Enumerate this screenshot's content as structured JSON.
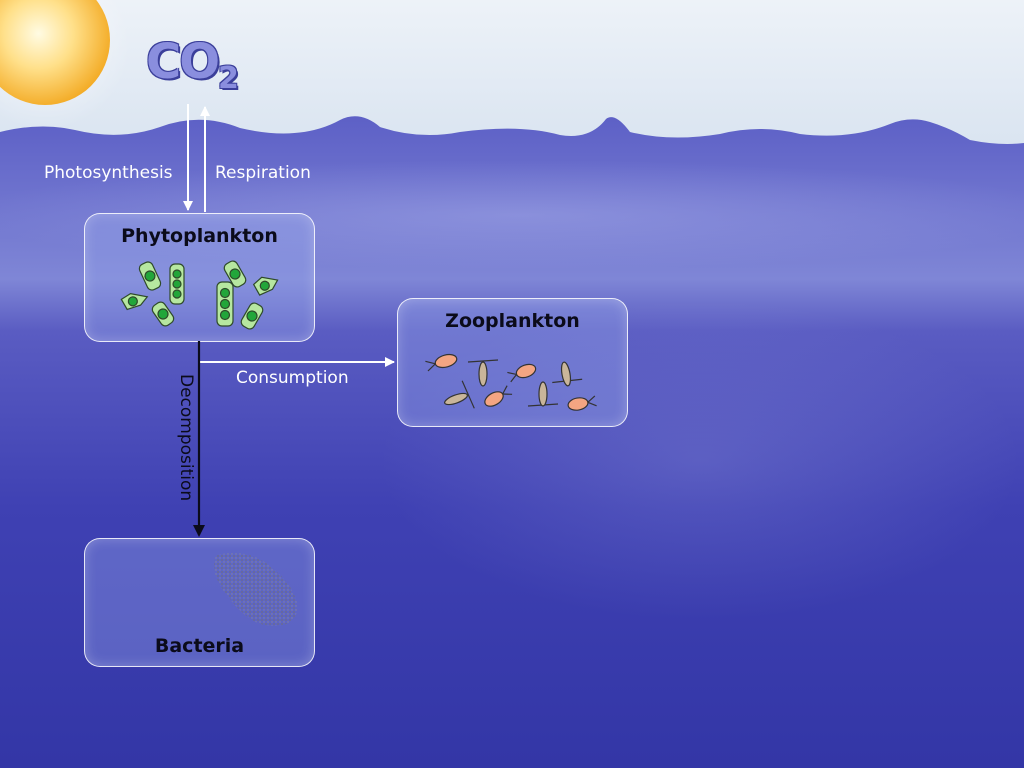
{
  "co2": {
    "main": "CO",
    "sub": "2"
  },
  "flows": {
    "photosynthesis": "Photosynthesis",
    "respiration": "Respiration",
    "consumption": "Consumption",
    "decomposition": "Decomposition"
  },
  "boxes": {
    "phytoplankton": "Phytoplankton",
    "zooplankton": "Zooplankton",
    "bacteria": "Bacteria"
  },
  "colors": {
    "sky": "#dde8f3",
    "ocean": "#3d3fb0",
    "sun": "#f7b733",
    "phyto_cell": "#b6e7a0",
    "zoo_body": "#f4a582"
  }
}
